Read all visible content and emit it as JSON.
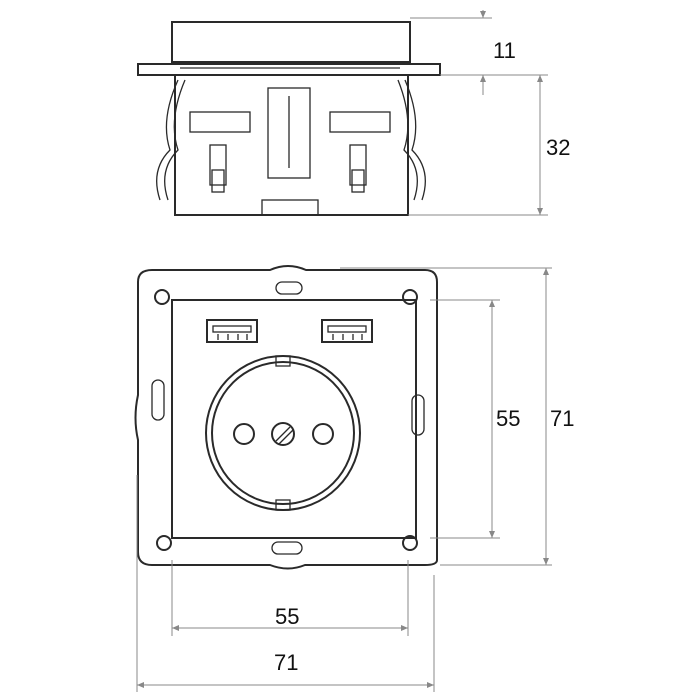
{
  "dimensions": {
    "side_cover_height": "11",
    "side_body_depth": "32",
    "front_inner_height": "55",
    "front_outer_height": "71",
    "front_inner_width": "55",
    "front_outer_width": "71"
  },
  "colors": {
    "line": "#2a2a2a",
    "dimension": "#888888"
  }
}
